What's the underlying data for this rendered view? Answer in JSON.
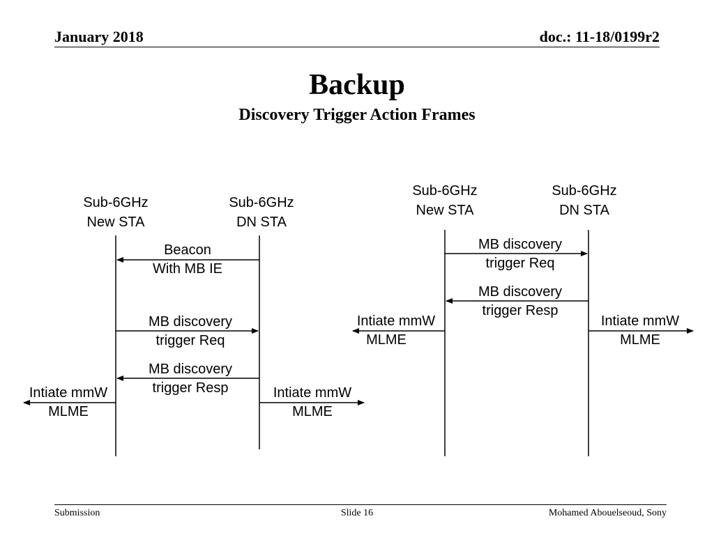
{
  "header": {
    "date": "January 2018",
    "doc": "doc.: 11-18/0199r2"
  },
  "title": "Backup",
  "subtitle": "Discovery Trigger Action Frames",
  "left_flow": {
    "new_sta": [
      "Sub-6GHz",
      "New STA"
    ],
    "dn_sta": [
      "Sub-6GHz",
      "DN STA"
    ],
    "beacon": [
      "Beacon",
      "With MB IE"
    ],
    "req": [
      "MB discovery",
      "trigger Req"
    ],
    "resp": [
      "MB discovery",
      "trigger Resp"
    ],
    "mlme_left": [
      "Intiate mmW",
      "MLME"
    ],
    "mlme_right": [
      "Intiate mmW",
      "MLME"
    ]
  },
  "right_flow": {
    "new_sta": [
      "Sub-6GHz",
      "New STA"
    ],
    "dn_sta": [
      "Sub-6GHz",
      "DN STA"
    ],
    "req": [
      "MB discovery",
      "trigger Req"
    ],
    "resp": [
      "MB discovery",
      "trigger Resp"
    ],
    "mlme_left": [
      "Intiate mmW",
      "MLME"
    ],
    "mlme_right": [
      "Intiate mmW",
      "MLME"
    ]
  },
  "footer": {
    "left": "Submission",
    "center": "Slide 16",
    "right": "Mohamed Abouelseoud, Sony"
  }
}
